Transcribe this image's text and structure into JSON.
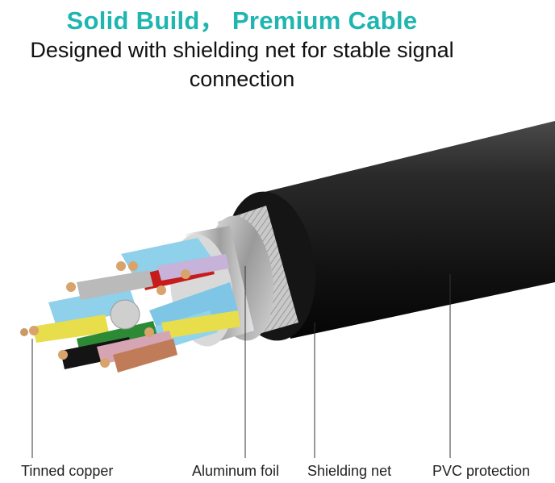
{
  "headline": "Solid Build， Premium Cable",
  "subtitle": {
    "line1": "Designed with shielding net for stable signal",
    "line2": "connection"
  },
  "labels": {
    "tinned_copper": "Tinned copper",
    "aluminum_foil": "Aluminum foil",
    "shielding_net": "Shielding net",
    "pvc_protection": "PVC protection"
  },
  "colors": {
    "headline": "#1fb5b0",
    "jacket": "#1c1c1c",
    "shield": "#b9b9b9",
    "foil": "#9ad3ea"
  },
  "illustration": "cutaway of shielded cable showing inner colored wires"
}
